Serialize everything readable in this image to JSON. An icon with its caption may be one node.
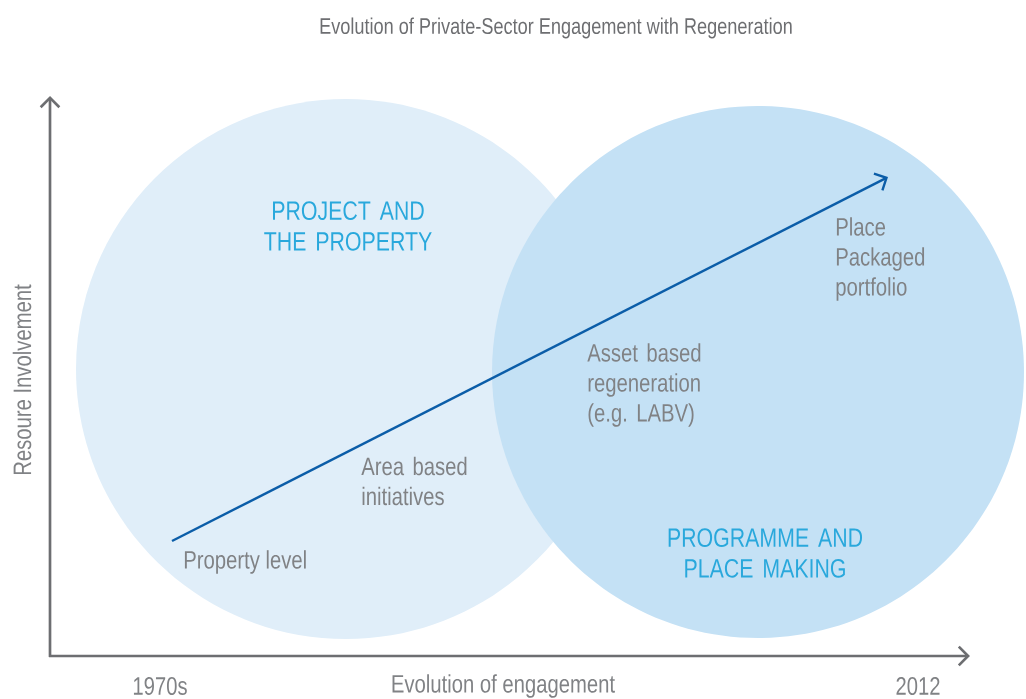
{
  "diagram": {
    "title": "Evolution of Private-Sector Engagement with Regeneration",
    "nodes": [
      {
        "text": [
          "PROJECT AND THE PROPERTY"
        ]
      },
      {
        "text": [
          "PROGRAMME AND PLACE MAKING"
        ]
      }
    ],
    "edges": [
      {
        "from": 0,
        "to": 1,
        "arrow": "to"
      }
    ],
    "labels": [
      "Resoure Involvement",
      "Property level",
      "Area based initiatives",
      "Asset based regeneration (e.g. LABV)",
      "Place Packaged portfolio",
      "1970s",
      "Evolution of engagement",
      "2012"
    ]
  }
}
